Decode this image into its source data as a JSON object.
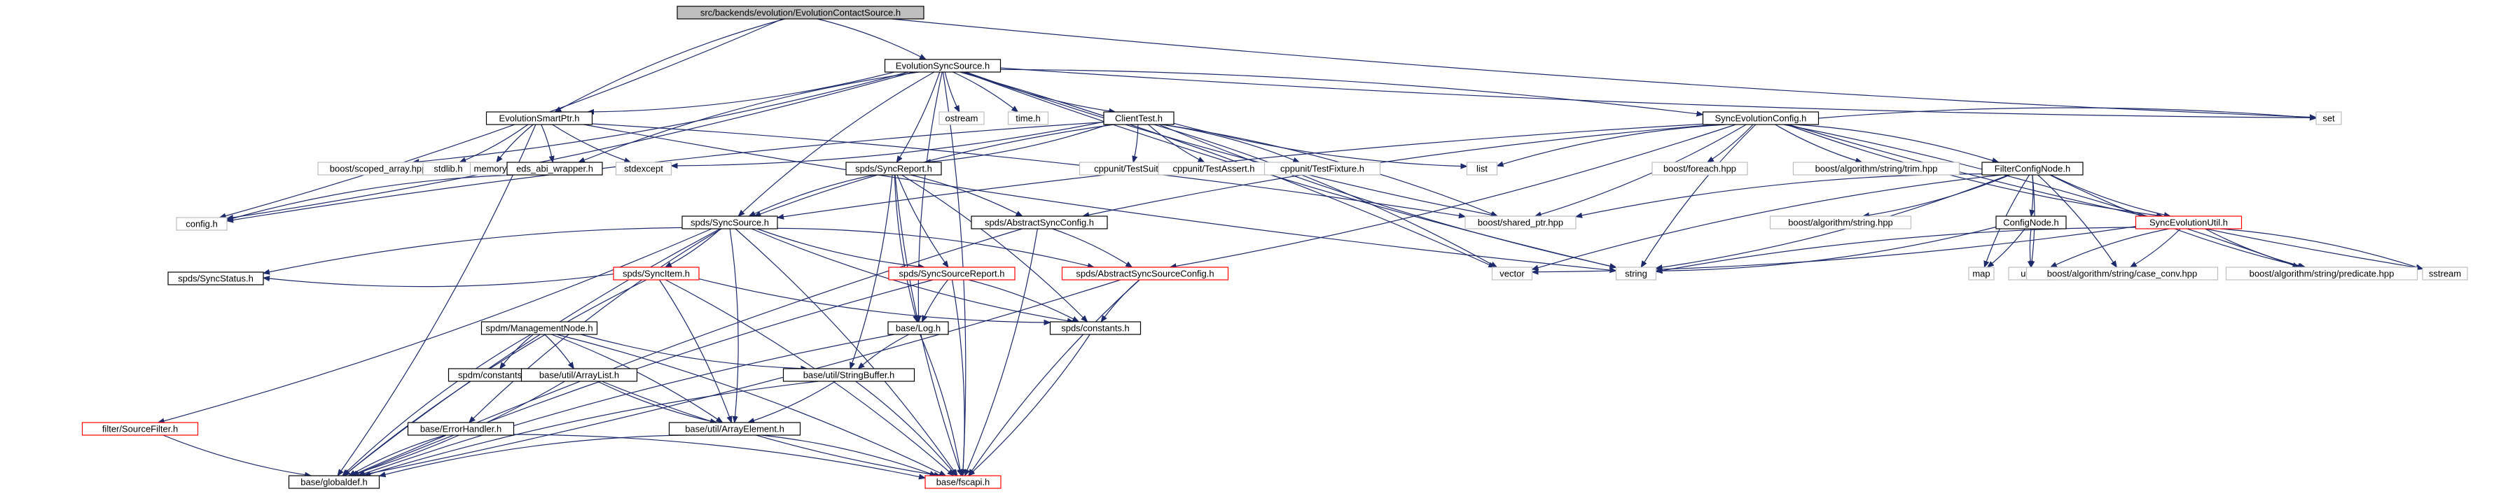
{
  "colors": {
    "edge": "#1f2a6b",
    "root_fill": "#bfbfbf",
    "root_border": "#000000",
    "documented_border": "#000000",
    "truncated_border": "#ff0000",
    "external_border": "#bfbfbf",
    "text": "#000000"
  },
  "nodes": [
    {
      "id": "root",
      "label": "src/backends/evolution/EvolutionContactSource.h",
      "kind": "root"
    },
    {
      "id": "esync",
      "label": "EvolutionSyncSource.h",
      "kind": "doc"
    },
    {
      "id": "esptr",
      "label": "EvolutionSmartPtr.h",
      "kind": "doc"
    },
    {
      "id": "ostream",
      "label": "ostream",
      "kind": "ext"
    },
    {
      "id": "timeh",
      "label": "time.h",
      "kind": "ext"
    },
    {
      "id": "clienttest",
      "label": "ClientTest.h",
      "kind": "doc"
    },
    {
      "id": "synccfg",
      "label": "SyncEvolutionConfig.h",
      "kind": "doc"
    },
    {
      "id": "set",
      "label": "set",
      "kind": "ext"
    },
    {
      "id": "scopedarr",
      "label": "boost/scoped_array.hpp",
      "kind": "ext"
    },
    {
      "id": "stdlib",
      "label": "stdlib.h",
      "kind": "ext"
    },
    {
      "id": "memory",
      "label": "memory",
      "kind": "ext"
    },
    {
      "id": "edsabi",
      "label": "eds_abi_wrapper.h",
      "kind": "doc"
    },
    {
      "id": "stdexcept",
      "label": "stdexcept",
      "kind": "ext"
    },
    {
      "id": "configh",
      "label": "config.h",
      "kind": "ext"
    },
    {
      "id": "syncreport",
      "label": "spds/SyncReport.h",
      "kind": "doc"
    },
    {
      "id": "cppsuite",
      "label": "cppunit/TestSuite.h",
      "kind": "ext"
    },
    {
      "id": "cppassert",
      "label": "cppunit/TestAssert.h",
      "kind": "ext"
    },
    {
      "id": "cppfixture",
      "label": "cppunit/TestFixture.h",
      "kind": "ext"
    },
    {
      "id": "list",
      "label": "list",
      "kind": "ext"
    },
    {
      "id": "foreach",
      "label": "boost/foreach.hpp",
      "kind": "ext"
    },
    {
      "id": "trim",
      "label": "boost/algorithm/string/trim.hpp",
      "kind": "ext"
    },
    {
      "id": "filtercfg",
      "label": "FilterConfigNode.h",
      "kind": "doc"
    },
    {
      "id": "sstream",
      "label": "sstream",
      "kind": "ext"
    },
    {
      "id": "syncsource",
      "label": "spds/SyncSource.h",
      "kind": "doc"
    },
    {
      "id": "abssynccfg",
      "label": "spds/AbstractSyncConfig.h",
      "kind": "doc"
    },
    {
      "id": "sharedptr",
      "label": "boost/shared_ptr.hpp",
      "kind": "ext"
    },
    {
      "id": "algstring",
      "label": "boost/algorithm/string.hpp",
      "kind": "ext"
    },
    {
      "id": "confignode",
      "label": "ConfigNode.h",
      "kind": "doc"
    },
    {
      "id": "syncevoutil",
      "label": "SyncEvolutionUtil.h",
      "kind": "trunc"
    },
    {
      "id": "syncitem",
      "label": "spds/SyncItem.h",
      "kind": "trunc"
    },
    {
      "id": "ssreport",
      "label": "spds/SyncSourceReport.h",
      "kind": "trunc"
    },
    {
      "id": "abssrccfg",
      "label": "spds/AbstractSyncSourceConfig.h",
      "kind": "trunc"
    },
    {
      "id": "vector",
      "label": "vector",
      "kind": "ext"
    },
    {
      "id": "string",
      "label": "string",
      "kind": "ext"
    },
    {
      "id": "map",
      "label": "map",
      "kind": "ext"
    },
    {
      "id": "utility",
      "label": "utility",
      "kind": "ext"
    },
    {
      "id": "caseconv",
      "label": "boost/algorithm/string/case_conv.hpp",
      "kind": "ext"
    },
    {
      "id": "predicate",
      "label": "boost/algorithm/string/predicate.hpp",
      "kind": "ext"
    },
    {
      "id": "syncstatus",
      "label": "spds/SyncStatus.h",
      "kind": "doc"
    },
    {
      "id": "baselog",
      "label": "base/Log.h",
      "kind": "doc"
    },
    {
      "id": "constants",
      "label": "spds/constants.h",
      "kind": "doc"
    },
    {
      "id": "mgmtnode",
      "label": "spdm/ManagementNode.h",
      "kind": "doc"
    },
    {
      "id": "spdmconst",
      "label": "spdm/constants.h",
      "kind": "doc"
    },
    {
      "id": "arraylist",
      "label": "base/util/ArrayList.h",
      "kind": "doc"
    },
    {
      "id": "strbuf",
      "label": "base/util/StringBuffer.h",
      "kind": "doc"
    },
    {
      "id": "srcfilter",
      "label": "filter/SourceFilter.h",
      "kind": "trunc"
    },
    {
      "id": "errhandler",
      "label": "base/ErrorHandler.h",
      "kind": "doc"
    },
    {
      "id": "arrelem",
      "label": "base/util/ArrayElement.h",
      "kind": "doc"
    },
    {
      "id": "globaldef",
      "label": "base/globaldef.h",
      "kind": "doc"
    },
    {
      "id": "fscapi",
      "label": "base/fscapi.h",
      "kind": "trunc"
    }
  ],
  "edges": [
    [
      "root",
      "esync"
    ],
    [
      "root",
      "esptr"
    ],
    [
      "root",
      "configh"
    ],
    [
      "root",
      "set"
    ],
    [
      "esync",
      "esptr"
    ],
    [
      "esync",
      "ostream"
    ],
    [
      "esync",
      "timeh"
    ],
    [
      "esync",
      "clienttest"
    ],
    [
      "esync",
      "synccfg"
    ],
    [
      "esync",
      "set"
    ],
    [
      "esync",
      "scopedarr"
    ],
    [
      "esync",
      "edsabi"
    ],
    [
      "esync",
      "configh"
    ],
    [
      "esync",
      "syncsource"
    ],
    [
      "esync",
      "syncreport"
    ],
    [
      "esync",
      "sharedptr"
    ],
    [
      "esync",
      "vector"
    ],
    [
      "esync",
      "baselog"
    ],
    [
      "esync",
      "fscapi"
    ],
    [
      "esync",
      "string"
    ],
    [
      "esptr",
      "stdlib"
    ],
    [
      "esptr",
      "memory"
    ],
    [
      "esptr",
      "edsabi"
    ],
    [
      "esptr",
      "stdexcept"
    ],
    [
      "esptr",
      "sharedptr"
    ],
    [
      "esptr",
      "string"
    ],
    [
      "esptr",
      "globaldef"
    ],
    [
      "edsabi",
      "configh"
    ],
    [
      "clienttest",
      "cppsuite"
    ],
    [
      "clienttest",
      "cppassert"
    ],
    [
      "clienttest",
      "cppfixture"
    ],
    [
      "clienttest",
      "list"
    ],
    [
      "clienttest",
      "stdexcept"
    ],
    [
      "clienttest",
      "syncsource"
    ],
    [
      "clienttest",
      "syncreport"
    ],
    [
      "clienttest",
      "string"
    ],
    [
      "clienttest",
      "vector"
    ],
    [
      "clienttest",
      "configh"
    ],
    [
      "clienttest",
      "sharedptr"
    ],
    [
      "synccfg",
      "list"
    ],
    [
      "synccfg",
      "foreach"
    ],
    [
      "synccfg",
      "trim"
    ],
    [
      "synccfg",
      "filtercfg"
    ],
    [
      "synccfg",
      "sstream"
    ],
    [
      "synccfg",
      "set"
    ],
    [
      "synccfg",
      "string"
    ],
    [
      "synccfg",
      "sharedptr"
    ],
    [
      "synccfg",
      "abssynccfg"
    ],
    [
      "synccfg",
      "abssrccfg"
    ],
    [
      "synccfg",
      "syncevoutil"
    ],
    [
      "synccfg",
      "predicate"
    ],
    [
      "synccfg",
      "syncsource"
    ],
    [
      "filtercfg",
      "confignode"
    ],
    [
      "filtercfg",
      "syncevoutil"
    ],
    [
      "filtercfg",
      "algstring"
    ],
    [
      "filtercfg",
      "sharedptr"
    ],
    [
      "filtercfg",
      "string"
    ],
    [
      "filtercfg",
      "map"
    ],
    [
      "filtercfg",
      "utility"
    ],
    [
      "filtercfg",
      "vector"
    ],
    [
      "filtercfg",
      "caseconv"
    ],
    [
      "filtercfg",
      "predicate"
    ],
    [
      "confignode",
      "map"
    ],
    [
      "confignode",
      "utility"
    ],
    [
      "confignode",
      "string"
    ],
    [
      "syncevoutil",
      "string"
    ],
    [
      "syncevoutil",
      "vector"
    ],
    [
      "syncevoutil",
      "utility"
    ],
    [
      "syncevoutil",
      "caseconv"
    ],
    [
      "syncevoutil",
      "predicate"
    ],
    [
      "syncevoutil",
      "sstream"
    ],
    [
      "syncreport",
      "syncsource"
    ],
    [
      "syncreport",
      "abssynccfg"
    ],
    [
      "syncreport",
      "ssreport"
    ],
    [
      "syncreport",
      "strbuf"
    ],
    [
      "syncreport",
      "baselog"
    ],
    [
      "syncreport",
      "constants"
    ],
    [
      "syncreport",
      "fscapi"
    ],
    [
      "syncsource",
      "syncitem"
    ],
    [
      "syncsource",
      "ssreport"
    ],
    [
      "syncsource",
      "abssrccfg"
    ],
    [
      "syncsource",
      "syncstatus"
    ],
    [
      "syncsource",
      "srcfilter"
    ],
    [
      "syncsource",
      "errhandler"
    ],
    [
      "syncsource",
      "arrelem"
    ],
    [
      "syncsource",
      "globaldef"
    ],
    [
      "syncsource",
      "fscapi"
    ],
    [
      "syncsource",
      "constants"
    ],
    [
      "abssynccfg",
      "abssrccfg"
    ],
    [
      "abssynccfg",
      "globaldef"
    ],
    [
      "abssynccfg",
      "fscapi"
    ],
    [
      "abssrccfg",
      "constants"
    ],
    [
      "abssrccfg",
      "globaldef"
    ],
    [
      "abssrccfg",
      "fscapi"
    ],
    [
      "syncitem",
      "syncstatus"
    ],
    [
      "syncitem",
      "constants"
    ],
    [
      "syncitem",
      "arrelem"
    ],
    [
      "syncitem",
      "globaldef"
    ],
    [
      "syncitem",
      "fscapi"
    ],
    [
      "ssreport",
      "baselog"
    ],
    [
      "ssreport",
      "constants"
    ],
    [
      "ssreport",
      "globaldef"
    ],
    [
      "ssreport",
      "fscapi"
    ],
    [
      "baselog",
      "strbuf"
    ],
    [
      "baselog",
      "fscapi"
    ],
    [
      "baselog",
      "globaldef"
    ],
    [
      "constants",
      "fscapi"
    ],
    [
      "mgmtnode",
      "spdmconst"
    ],
    [
      "mgmtnode",
      "arraylist"
    ],
    [
      "mgmtnode",
      "strbuf"
    ],
    [
      "mgmtnode",
      "arrelem"
    ],
    [
      "mgmtnode",
      "globaldef"
    ],
    [
      "mgmtnode",
      "fscapi"
    ],
    [
      "arraylist",
      "arrelem"
    ],
    [
      "arraylist",
      "globaldef"
    ],
    [
      "arraylist",
      "fscapi"
    ],
    [
      "strbuf",
      "arrelem"
    ],
    [
      "strbuf",
      "globaldef"
    ],
    [
      "strbuf",
      "fscapi"
    ],
    [
      "arrelem",
      "globaldef"
    ],
    [
      "arrelem",
      "fscapi"
    ],
    [
      "errhandler",
      "globaldef"
    ],
    [
      "errhandler",
      "fscapi"
    ],
    [
      "srcfilter",
      "globaldef"
    ]
  ]
}
